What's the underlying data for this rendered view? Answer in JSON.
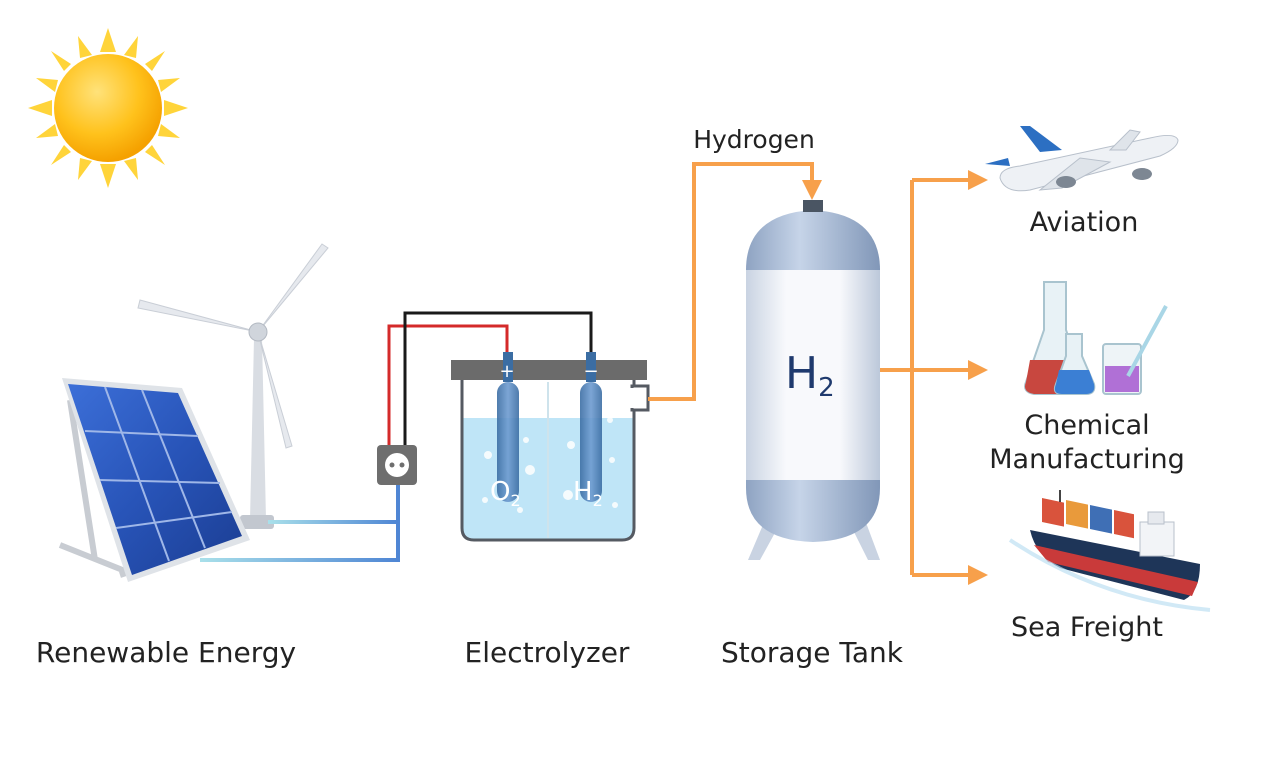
{
  "labels": {
    "renewable_energy": "Renewable Energy",
    "electrolyzer": "Electrolyzer",
    "storage_tank": "Storage Tank",
    "hydrogen": "Hydrogen",
    "aviation": "Aviation",
    "chemical_line1": "Chemical",
    "chemical_line2": "Manufacturing",
    "sea_freight": "Sea Freight"
  },
  "electrolyzer": {
    "anode_sign": "+",
    "cathode_sign": "−",
    "anode_gas": "O",
    "anode_sub": "2",
    "cathode_gas": "H",
    "cathode_sub": "2"
  },
  "tank": {
    "symbol": "H",
    "sub": "2"
  },
  "colors": {
    "flow": "#f7a04b",
    "power_positive": "#d42a2a",
    "power_negative": "#1a1a1a",
    "power_cable": "#5b93d6",
    "water": "#bfe5f7",
    "tank_body": "#f4f6f9",
    "tank_cap": "#aebfd6",
    "text": "#222222",
    "symbol": "#1f3a6e"
  },
  "icons": [
    "sun-icon",
    "wind-turbine-icon",
    "solar-panel-icon",
    "power-outlet-icon",
    "airplane-icon",
    "flask-icon",
    "cargo-ship-icon"
  ]
}
